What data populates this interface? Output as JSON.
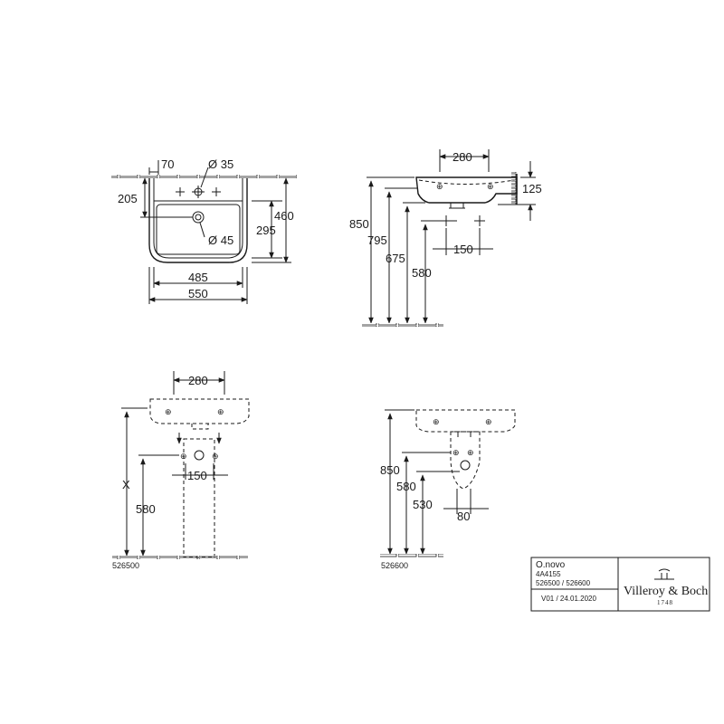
{
  "views": {
    "top": {
      "dims": {
        "tap_offset": "70",
        "tap_hole_dia": "Ø 35",
        "tap_depth": "205",
        "drain_dia": "Ø 45",
        "inner_depth": "295",
        "total_depth": "460",
        "inner_width": "485",
        "total_width": "550"
      }
    },
    "side": {
      "dims": {
        "top_width": "280",
        "bowl_height": "125",
        "rim_height": "850",
        "underside_height": "795",
        "waste_height_1": "675",
        "waste_height_2": "580",
        "supply_spacing": "150"
      }
    },
    "pedestal": {
      "dims": {
        "top_width": "280",
        "variable_height": "X",
        "supply_height": "580",
        "supply_spacing": "150"
      },
      "article": "526500"
    },
    "semi_pedestal": {
      "dims": {
        "rim_height": "850",
        "supply_height": "580",
        "waste_height": "530",
        "waste_width": "80"
      },
      "article": "526600"
    }
  },
  "title_block": {
    "product": "O.novo",
    "code": "4A4155",
    "articles": "526500 / 526600",
    "revision": "V01 / 24.01.2020",
    "brand": "Villeroy & Boch",
    "year": "1748"
  },
  "colors": {
    "line": "#1a1a1a",
    "background": "#ffffff"
  }
}
